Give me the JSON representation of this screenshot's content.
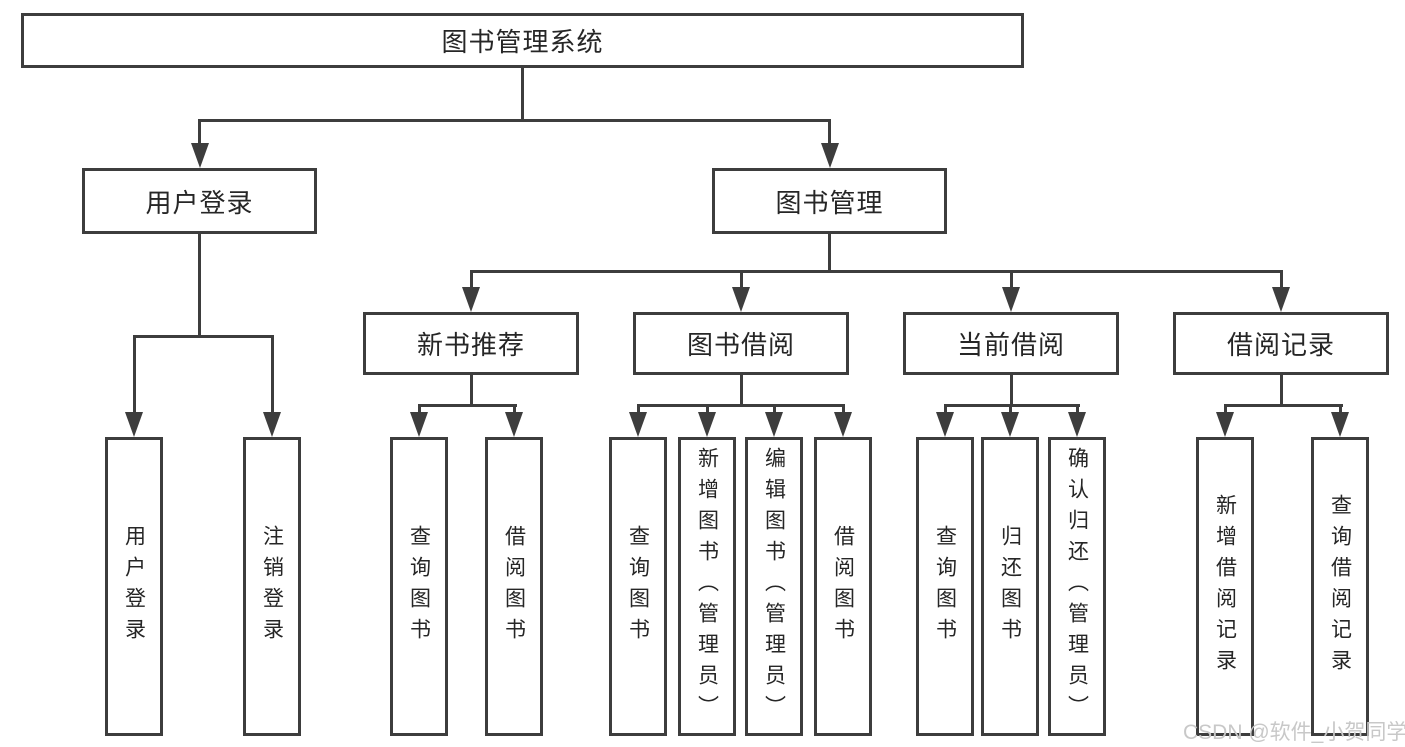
{
  "diagram": {
    "title": "图书管理系统",
    "level2": [
      {
        "label": "用户登录"
      },
      {
        "label": "图书管理"
      }
    ],
    "level3": [
      {
        "label": "新书推荐"
      },
      {
        "label": "图书借阅"
      },
      {
        "label": "当前借阅"
      },
      {
        "label": "借阅记录"
      }
    ],
    "leaves_user": [
      "用户登录",
      "注销登录"
    ],
    "leaves_newbook": [
      "查询图书",
      "借阅图书"
    ],
    "leaves_borrow": [
      "查询图书",
      "新增图书（管理员）",
      "编辑图书（管理员）",
      "借阅图书"
    ],
    "leaves_current": [
      "查询图书",
      "归还图书",
      "确认归还（管理员）"
    ],
    "leaves_records": [
      "新增借阅记录",
      "查询借阅记录"
    ],
    "watermark": "CSDN @软件_小贺同学",
    "colors": {
      "line": "#3d3d3d",
      "text": "#262626",
      "watermark": "#c8c8c8",
      "bg": "#ffffff"
    }
  }
}
